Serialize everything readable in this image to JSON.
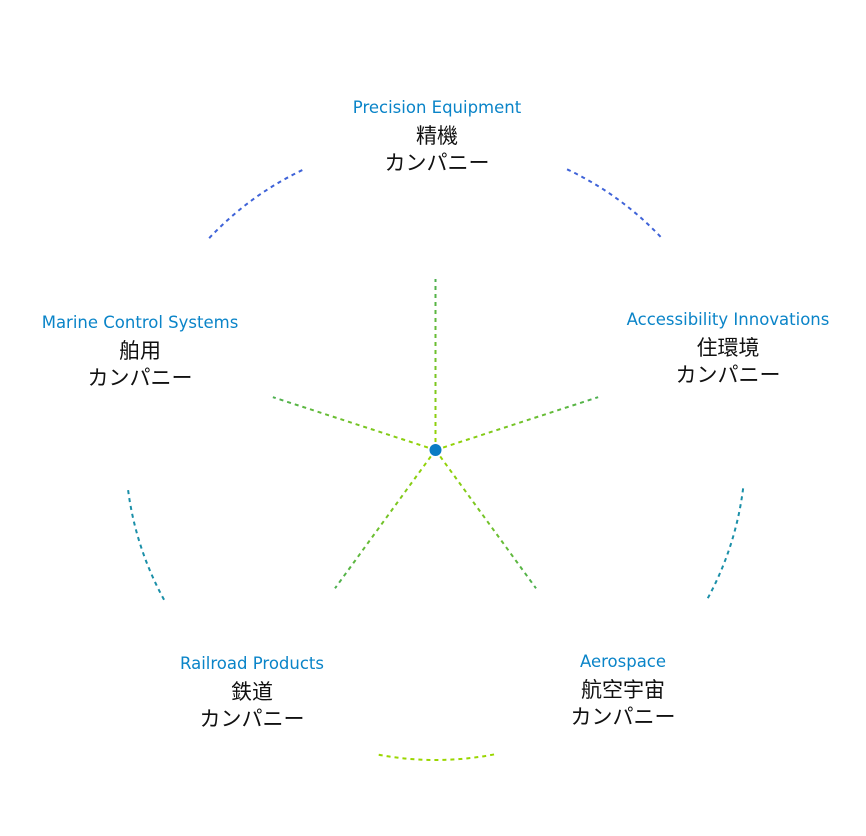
{
  "diagram": {
    "type": "radial-hub",
    "hub_color": "#0a7cc4",
    "spoke_gradient": [
      "#9ad600",
      "#4caf50"
    ],
    "arc_colors": {
      "top": "#3f63d8",
      "side": "#1a8fa8",
      "bottom": "#9ad600"
    },
    "nodes": [
      {
        "en": "Precision Equipment",
        "jp1": "精機",
        "jp2": "カンパニー"
      },
      {
        "en": "Accessibility Innovations",
        "jp1": "住環境",
        "jp2": "カンパニー"
      },
      {
        "en": "Aerospace",
        "jp1": "航空宇宙",
        "jp2": "カンパニー"
      },
      {
        "en": "Railroad Products",
        "jp1": "鉄道",
        "jp2": "カンパニー"
      },
      {
        "en": "Marine Control Systems",
        "jp1": "舶用",
        "jp2": "カンパニー"
      }
    ]
  }
}
